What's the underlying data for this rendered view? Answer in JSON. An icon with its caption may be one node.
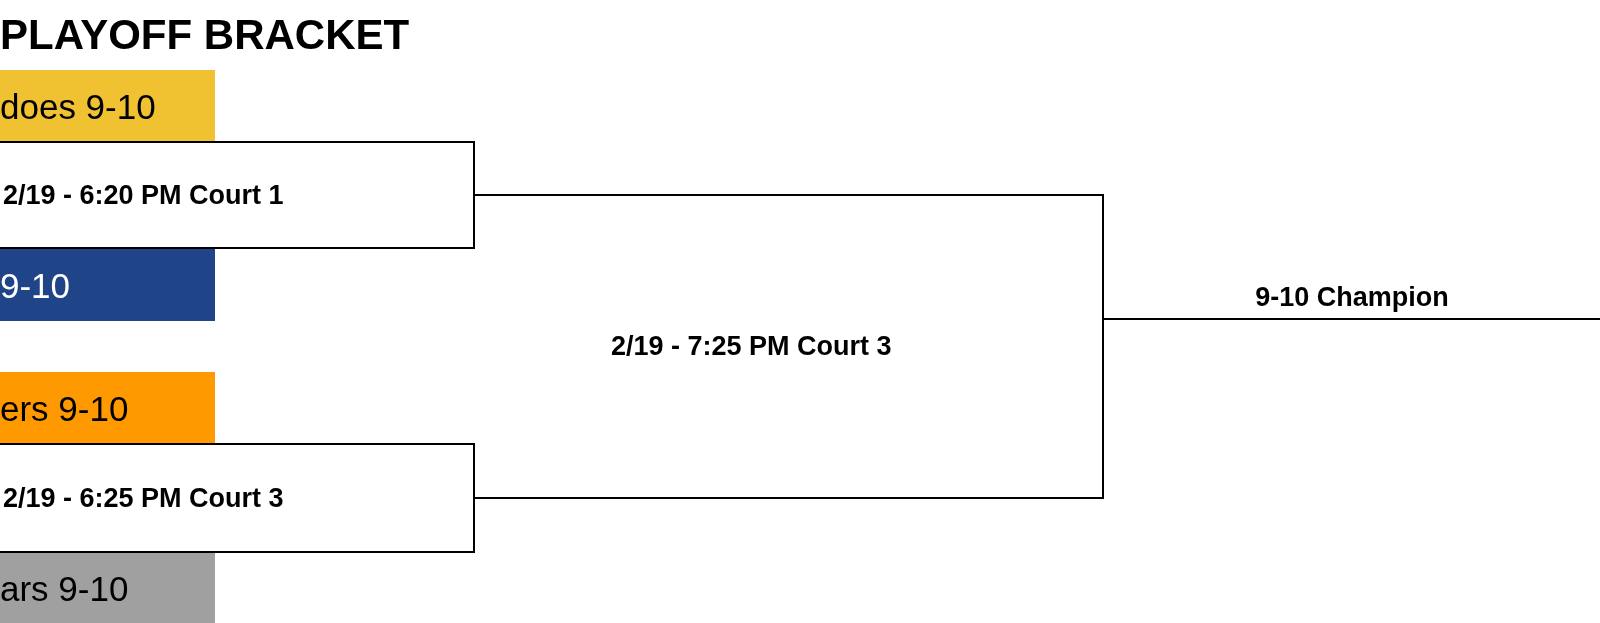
{
  "diagram": {
    "title": "PLAYOFF BRACKET",
    "nodes": [
      {
        "text": [
          "does 9-10"
        ]
      },
      {
        "text": [
          "2/19 - 6:20 PM Court 1"
        ]
      },
      {
        "text": [
          "9-10"
        ]
      },
      {
        "text": [
          "ers 9-10"
        ]
      },
      {
        "text": [
          "2/19 - 6:25 PM Court 3"
        ]
      },
      {
        "text": [
          "ars 9-10"
        ]
      },
      {
        "text": [],
        "shape": "bar"
      }
    ],
    "labels": [
      "2/19 - 7:25 PM Court 3"
    ],
    "edges": [
      {
        "from": 1,
        "to": 6,
        "arrow": "none"
      },
      {
        "from": 4,
        "to": 6,
        "arrow": "none"
      },
      {
        "from": 6,
        "to": null,
        "arrow": "none",
        "label": "9-10 Champion"
      }
    ]
  }
}
